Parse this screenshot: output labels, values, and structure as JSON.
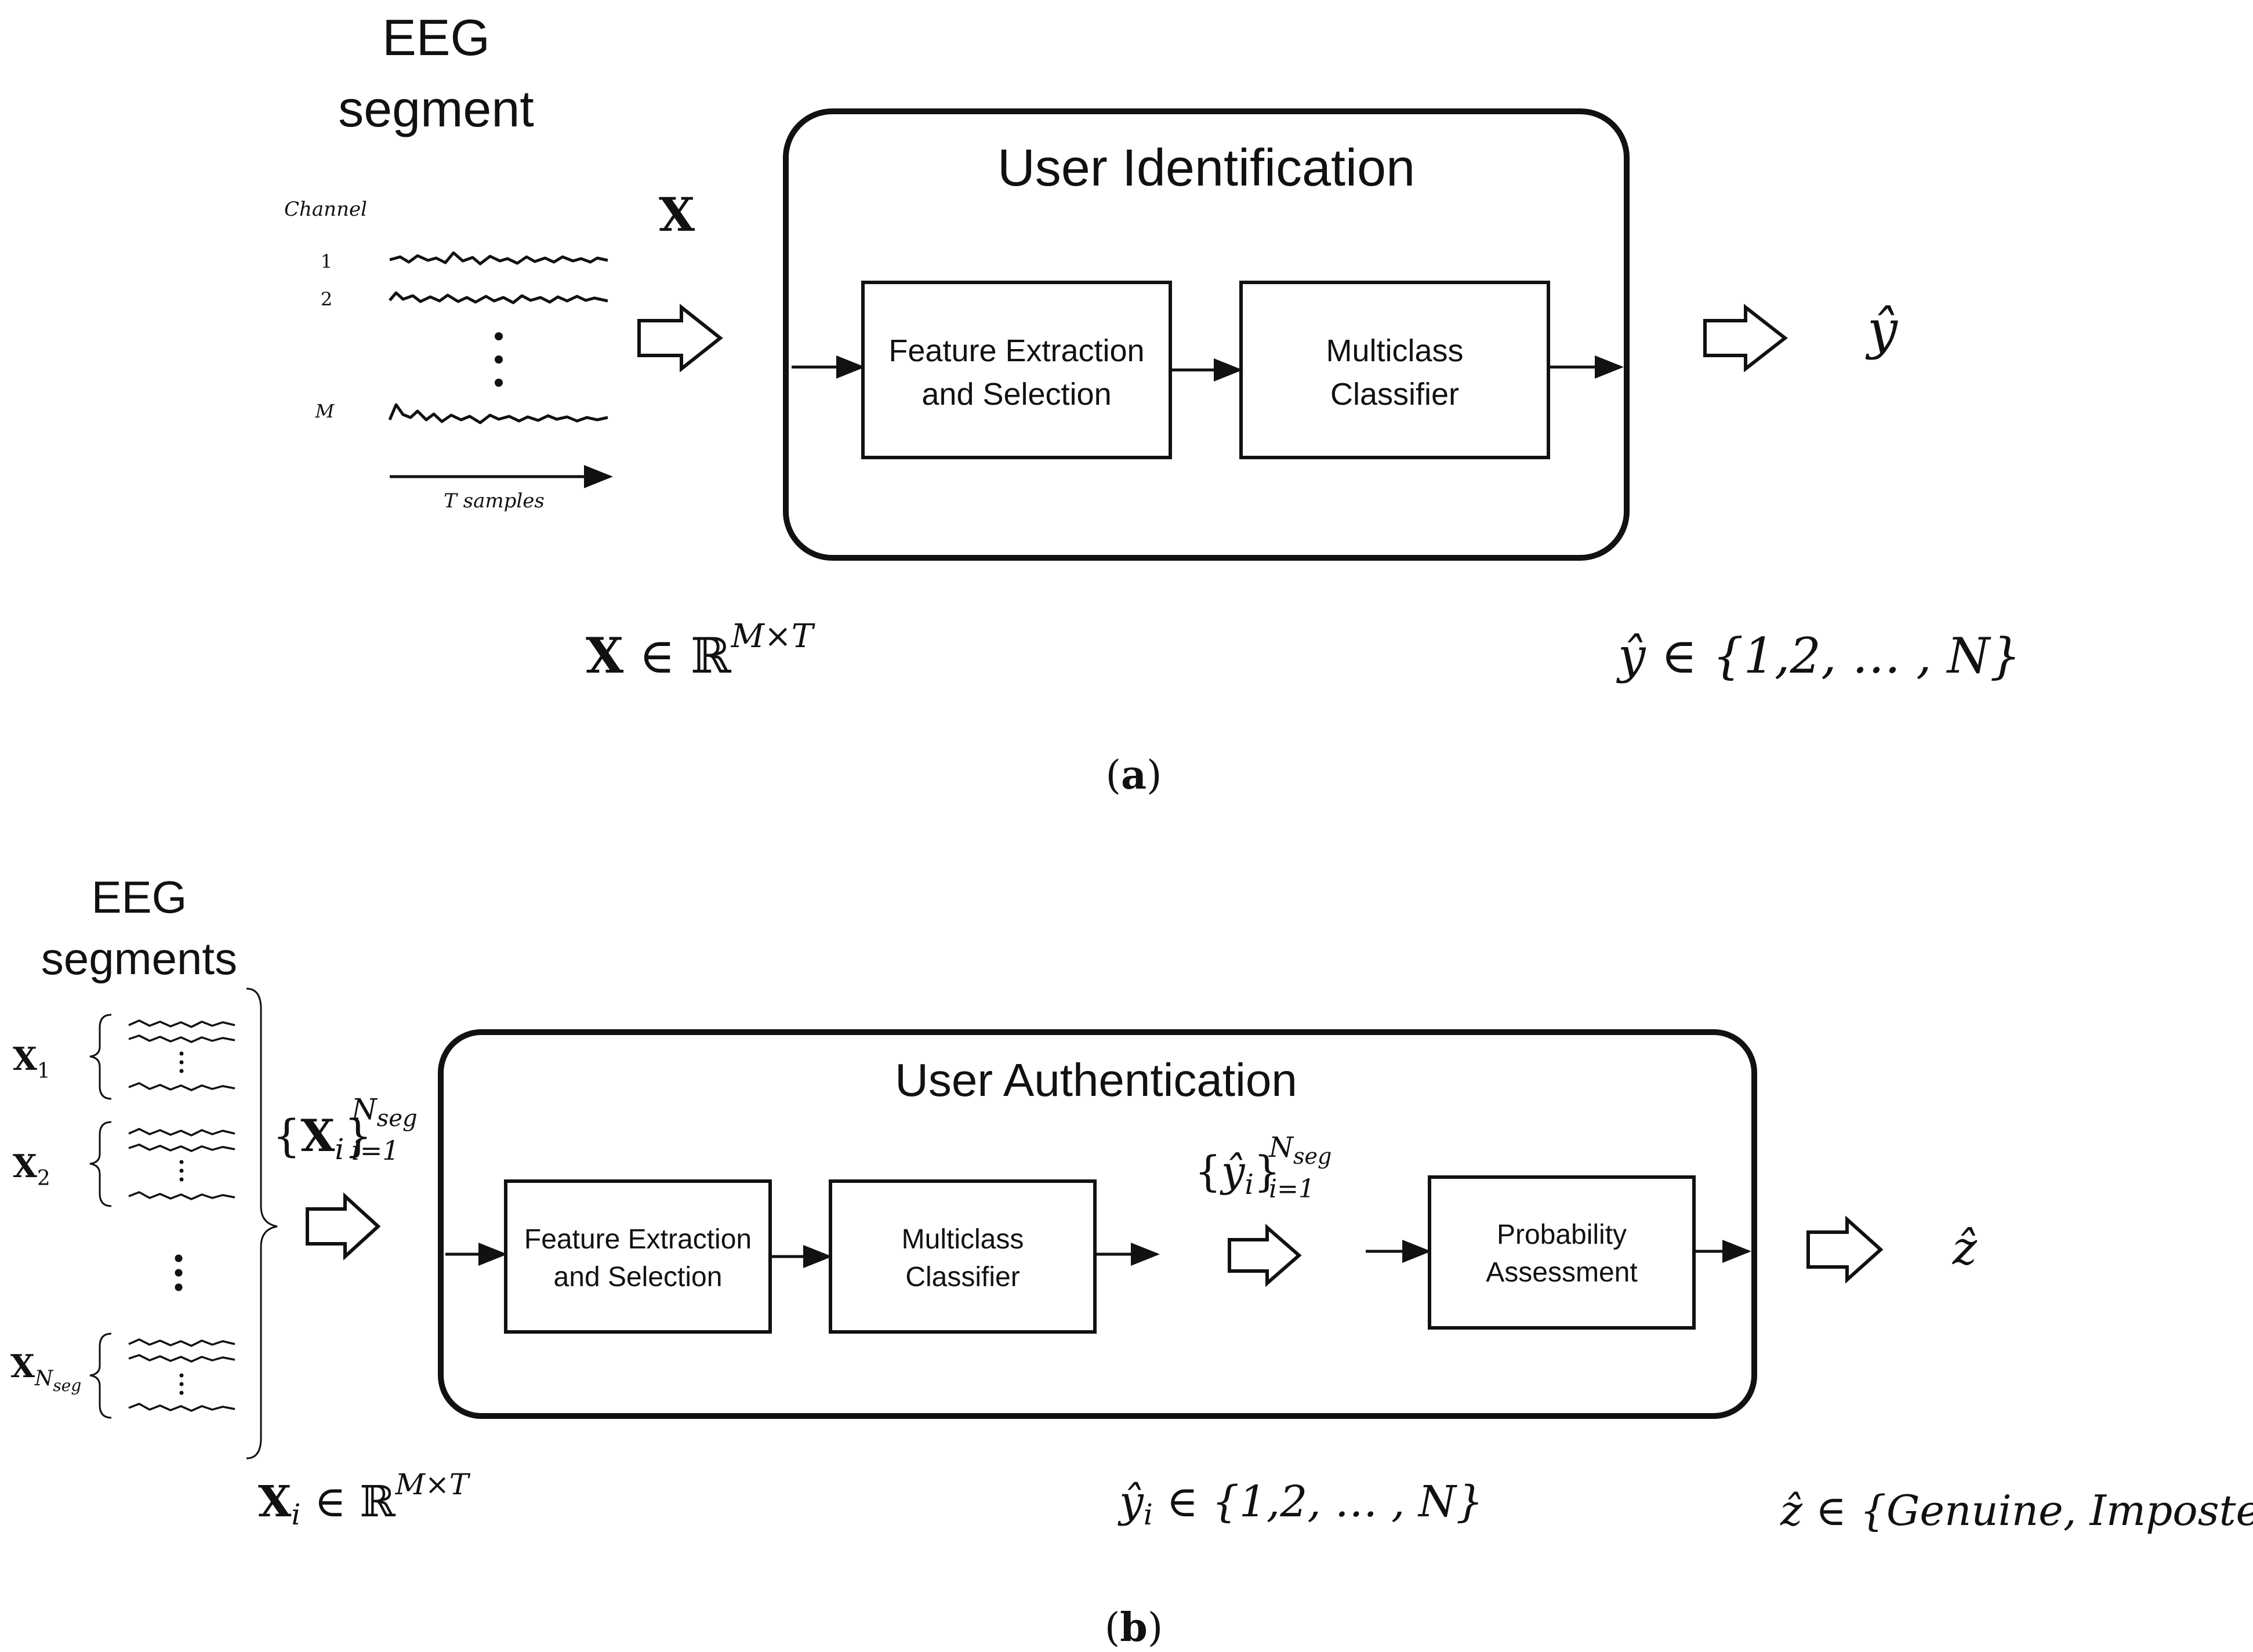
{
  "panel_a": {
    "input_title": [
      "EEG",
      "segment"
    ],
    "channel_label": "Channel",
    "channel_numbers": [
      "1",
      "2",
      "M"
    ],
    "vertical_dots": "⋮",
    "time_label": "T samples",
    "input_symbol": "X",
    "block_title": "User Identification",
    "box_feature": [
      "Feature Extraction",
      "and Selection"
    ],
    "box_classifier": [
      "Multiclass",
      "Classifier"
    ],
    "output_symbol": "ŷ",
    "input_domain": {
      "lhs": "X",
      "mid": " ∈ ℝ",
      "sup": "M×T"
    },
    "output_domain": "ŷ ∈ {1,2, … , N}",
    "caption": {
      "open": "(",
      "letter": "a",
      "close": ")"
    }
  },
  "panel_b": {
    "input_title": [
      "EEG",
      "segments"
    ],
    "segments": [
      {
        "base": "X",
        "sub": "1"
      },
      {
        "base": "X",
        "sub": "2"
      },
      {
        "base": "X",
        "sub": "N",
        "subsub": "seg"
      }
    ],
    "vertical_dots": "⋮",
    "set_symbol": {
      "open": "{",
      "base": "X",
      "sub": "i",
      "close": "}",
      "sup": "N",
      "supsub": "seg",
      "lower": "i=1"
    },
    "block_title": "User Authentication",
    "box_feature": [
      "Feature Extraction",
      "and Selection"
    ],
    "box_classifier": [
      "Multiclass",
      "Classifier"
    ],
    "mid_set_symbol": {
      "open": "{",
      "base": "ŷ",
      "sub": "i",
      "close": "}",
      "sup": "N",
      "supsub": "seg",
      "lower": "i=1"
    },
    "box_probability": [
      "Probability",
      "Assessment"
    ],
    "output_symbol": "ẑ",
    "input_domain": {
      "base": "X",
      "sub": "i",
      "mid": " ∈ ℝ",
      "sup": "M×T"
    },
    "mid_domain": {
      "base": "ŷ",
      "sub": "i",
      "rest": " ∈ {1,2, … , N}"
    },
    "output_domain": "ẑ ∈ {Genuine, Imposter}",
    "caption": {
      "open": "(",
      "letter": "b",
      "close": ")"
    }
  }
}
